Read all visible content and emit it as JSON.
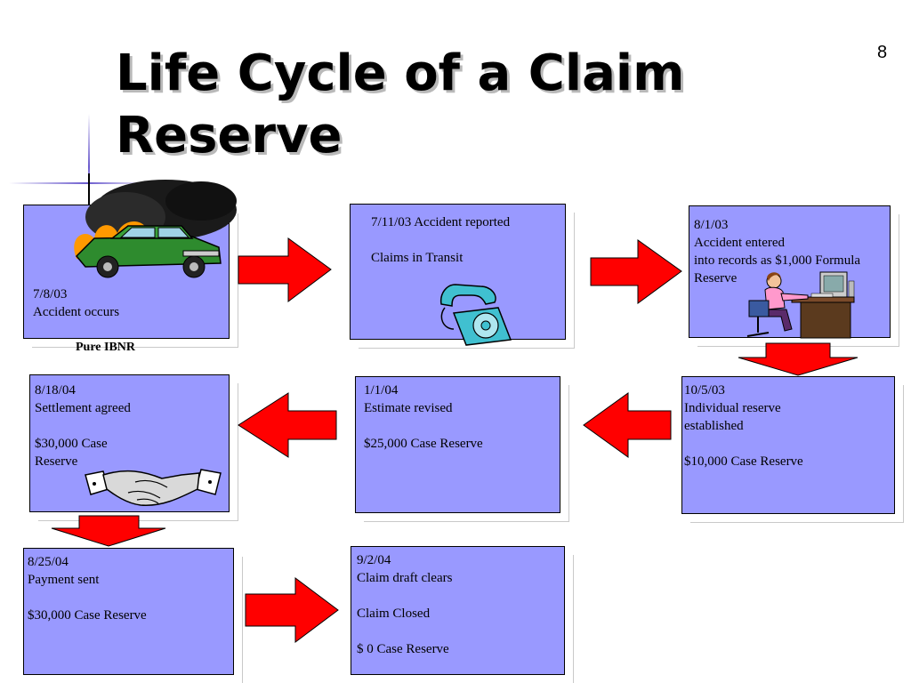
{
  "slide": {
    "title": "Life Cycle of a Claim Reserve",
    "page_number": "8"
  },
  "colors": {
    "box_fill": "#9999ff",
    "arrow_fill": "#ff0000",
    "accent_line": "#6a5acd"
  },
  "boxes": [
    {
      "id": "accident",
      "text": "7/8/03\nAccident occurs",
      "caption": "Pure IBNR",
      "icon": "burning-car-icon"
    },
    {
      "id": "reported",
      "text": "7/11/03 Accident reported\n\nClaims in Transit",
      "icon": "telephone-icon"
    },
    {
      "id": "entered",
      "text": "8/1/03\nAccident entered\ninto records  as $1,000 Formula\nReserve",
      "icon": "person-at-computer-icon"
    },
    {
      "id": "individual",
      "text": "10/5/03\nIndividual reserve\nestablished\n\n$10,000 Case Reserve"
    },
    {
      "id": "revised",
      "text": "1/1/04\nEstimate revised\n\n$25,000 Case Reserve"
    },
    {
      "id": "settlement",
      "text": "8/18/04\nSettlement agreed\n\n$30,000 Case\nReserve",
      "icon": "handshake-icon"
    },
    {
      "id": "payment",
      "text": "8/25/04\nPayment sent\n\n$30,000 Case Reserve"
    },
    {
      "id": "closed",
      "text": "9/2/04\nClaim draft clears\n\nClaim Closed\n\n$ 0 Case Reserve"
    }
  ],
  "flow_arrows": [
    {
      "from": "accident",
      "to": "reported",
      "direction": "right"
    },
    {
      "from": "reported",
      "to": "entered",
      "direction": "right"
    },
    {
      "from": "entered",
      "to": "individual",
      "direction": "down"
    },
    {
      "from": "individual",
      "to": "revised",
      "direction": "left"
    },
    {
      "from": "revised",
      "to": "settlement",
      "direction": "left"
    },
    {
      "from": "settlement",
      "to": "payment",
      "direction": "down"
    },
    {
      "from": "payment",
      "to": "closed",
      "direction": "right"
    }
  ]
}
